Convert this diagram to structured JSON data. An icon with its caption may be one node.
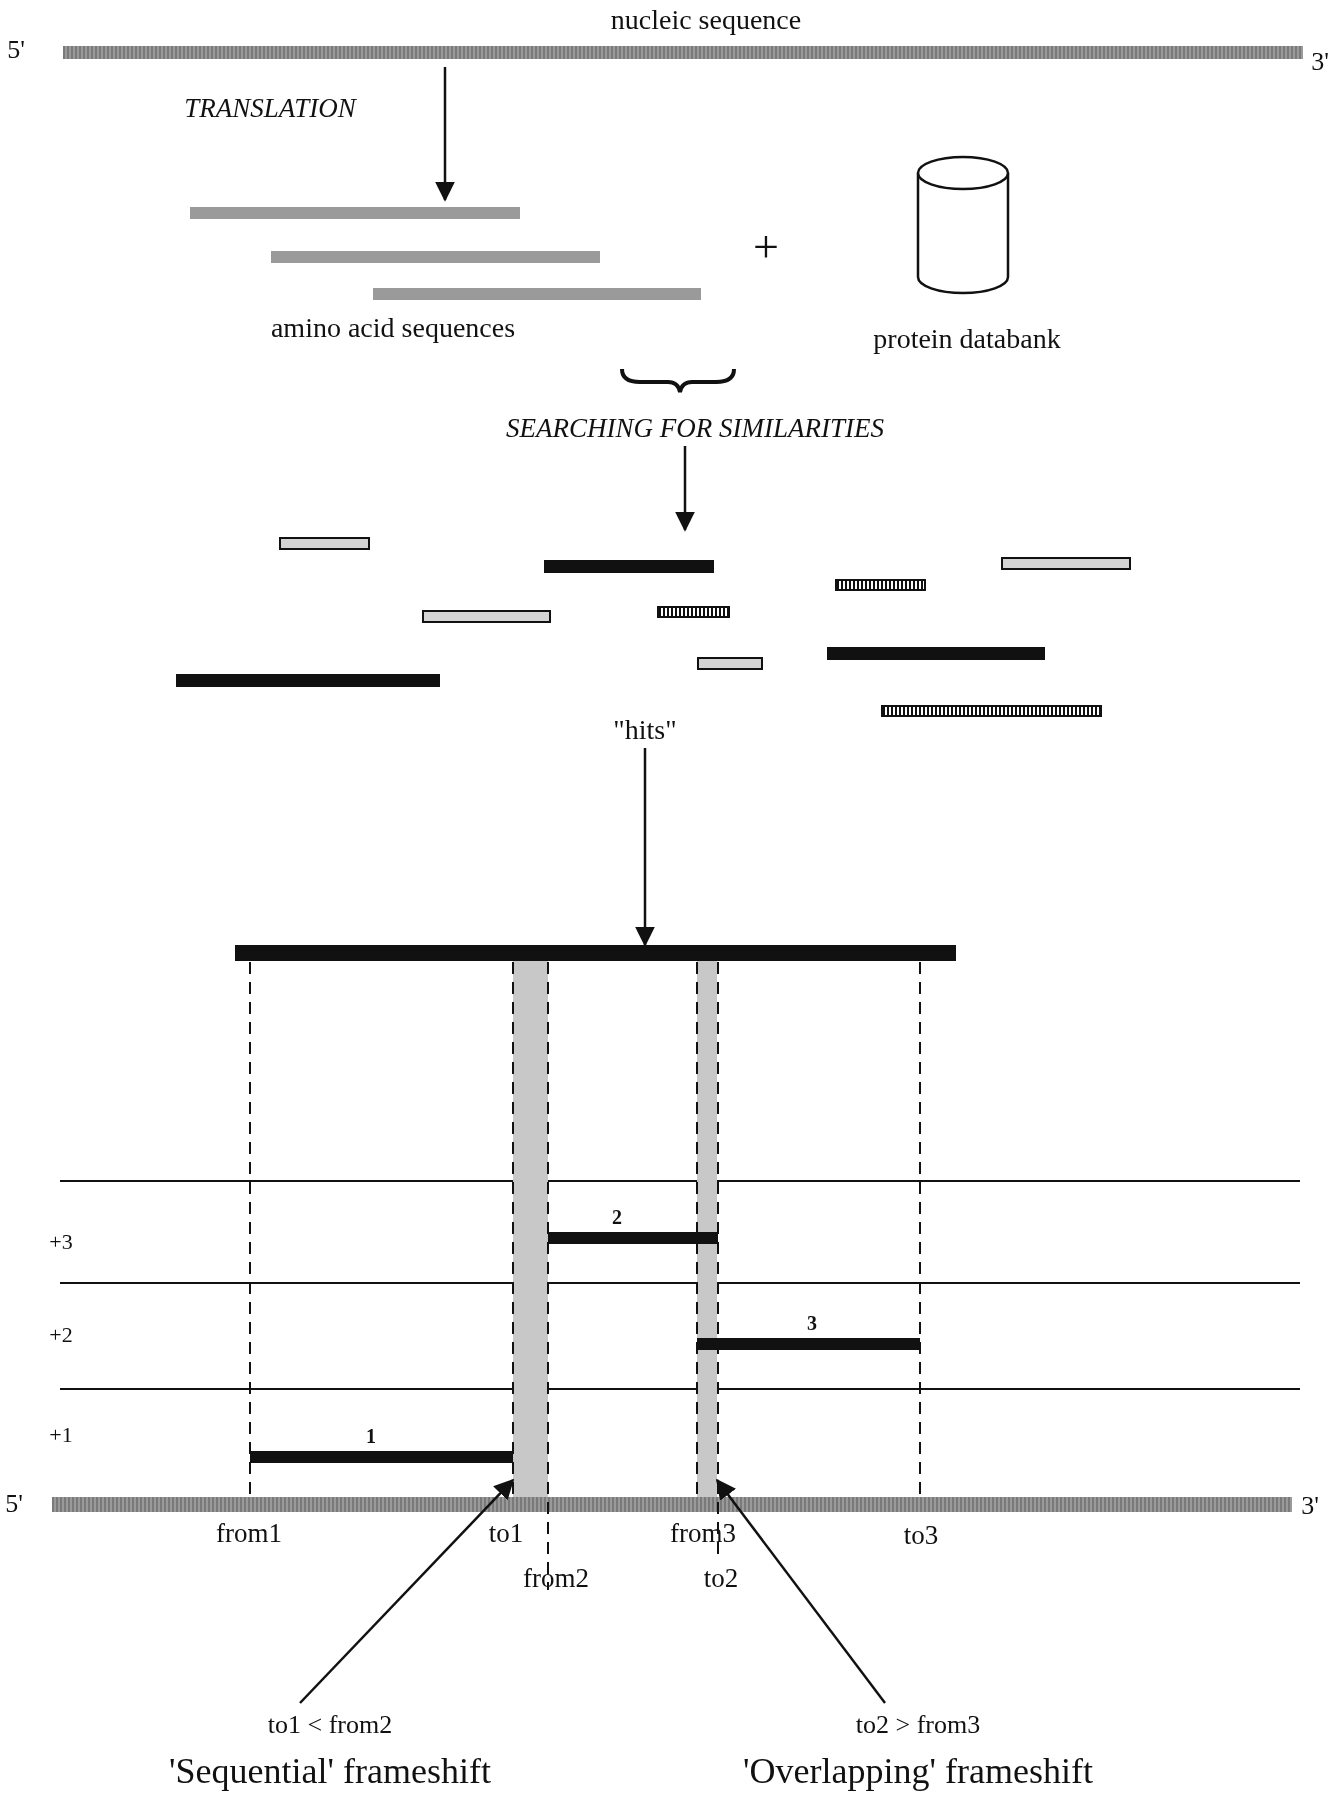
{
  "diagram": {
    "nodes": [
      {
        "text": [
          "nucleic sequence"
        ],
        "beside": [
          "5'",
          "3'"
        ]
      },
      {
        "text": [
          "amino acid sequences"
        ]
      },
      {
        "text": [
          "protein databank"
        ]
      },
      {
        "text": [
          "SEARCHING FOR SIMILARITIES"
        ]
      },
      {
        "text": [
          "\"hits\""
        ]
      },
      {
        "text": [],
        "shape": "bar"
      },
      {
        "text": [
          "2"
        ]
      },
      {
        "text": [
          "3"
        ]
      },
      {
        "text": [
          "1"
        ]
      },
      {
        "text": [],
        "shape": "bar"
      },
      {
        "text": [],
        "shape": "bar"
      },
      {
        "text": [],
        "shape": "bar",
        "beside": [
          "5'",
          "3'"
        ]
      },
      {
        "text": [
          "to1 < from2",
          "'Sequential' frameshift"
        ]
      },
      {
        "text": [
          "to2 > from3",
          "'Overlapping' frameshift"
        ]
      }
    ],
    "edges": [
      {
        "from": 0,
        "to": 1,
        "arrow": "to",
        "label": "TRANSLATION"
      },
      {
        "from": 3,
        "to": 4,
        "arrow": "to"
      },
      {
        "from": 4,
        "to": 5,
        "arrow": "to"
      },
      {
        "from": 12,
        "to": 9,
        "arrow": "to"
      },
      {
        "from": 13,
        "to": 10,
        "arrow": "to"
      }
    ],
    "labels": [
      "+",
      "+3",
      "+2",
      "+1",
      "from1",
      "to1",
      "from3",
      "to3",
      "from2",
      "to2"
    ]
  }
}
